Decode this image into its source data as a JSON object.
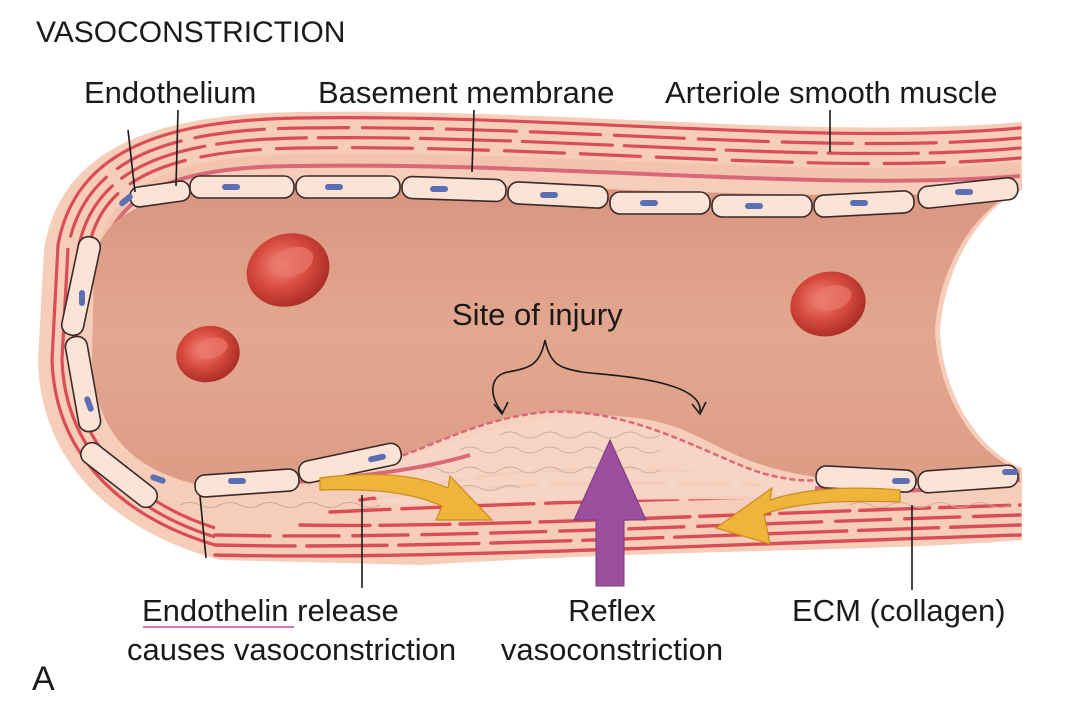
{
  "title": "VASOCONSTRICTION",
  "panel_letter": "A",
  "labels": {
    "endothelium": "Endothelium",
    "basement_membrane": "Basement membrane",
    "smooth_muscle": "Arteriole smooth muscle",
    "site_of_injury": "Site of injury",
    "endothelin_word": "Endothelin",
    "endothelin_rest": " release",
    "endothelin_line2": "causes vasoconstriction",
    "reflex_line1": "Reflex",
    "reflex_line2": "vasoconstriction",
    "ecm": "ECM (collagen)"
  },
  "colors": {
    "lumen": "#e0a088",
    "wall": "#f3c3ad",
    "muscle": "#d94e55",
    "membrane": "#d96878",
    "cell_fill": "#fbe3d6",
    "nucleus": "#5b6fb5",
    "rbc": "#d84a3e",
    "yellow_arrow": "#f0b43a",
    "purple_arrow": "#9c4f9e",
    "endothelin_underline": "#c04a9a"
  }
}
